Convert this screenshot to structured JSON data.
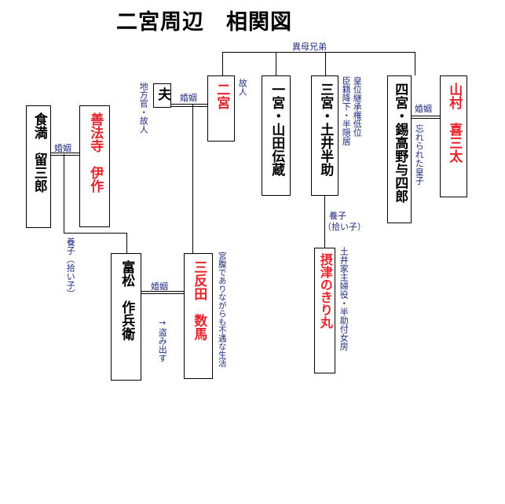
{
  "title": "二宮周辺　相関図",
  "people": {
    "shokuman": "食満　留三郎",
    "zenpouji": "善法寺　伊作",
    "tomimatsu": "富松　作兵衛",
    "sanpita": "三反田　数馬",
    "otto": "夫",
    "ninomiya": "二宮",
    "ichinomiya": "一宮・山田伝蔵",
    "sannomiya": "三宮・土井半助",
    "shinomiya": "四宮・錫高野与四郎",
    "yamamura": "山村　喜三太",
    "kirimaru": "摂津のきり丸"
  },
  "labels": {
    "half_siblings": "異母兄弟",
    "marriage_1": "婚姻",
    "marriage_2": "婚姻",
    "marriage_3": "婚姻",
    "marriage_4": "婚姻",
    "adopted_1": "養子（拾い子）",
    "adopted_2_line1": "養子",
    "adopted_2_line2": "（拾い子）",
    "otto_note_1": "地方官・故人",
    "ninomiya_note": "故人",
    "sannomiya_note_1": "皇位継承権低位",
    "sannomiya_note_2": "臣籍降下・半隠居",
    "shinomiya_note": "忘れられた皇子",
    "kirimaru_note": "土井家主婦役・半助付女房",
    "sanpita_note_1": "宮腹でありながらも不遇な生活",
    "tomimatsu_note": "→盗み出す"
  }
}
